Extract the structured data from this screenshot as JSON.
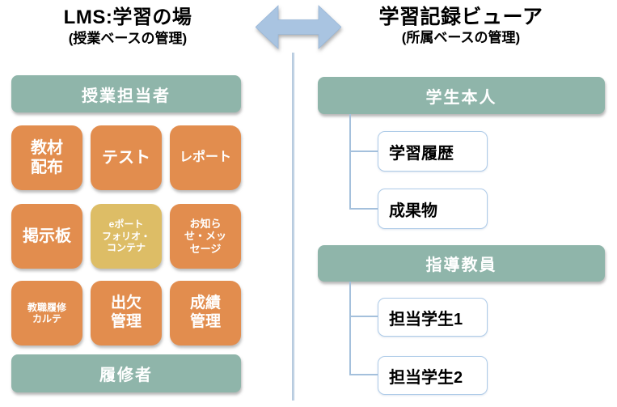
{
  "colors": {
    "sage_green": "#8FB5AA",
    "orange": "#E28D4E",
    "gold": "#DDBD66",
    "arrow_blue": "#A9C4E1",
    "tree_line_blue": "#A4C0DC",
    "item_border_blue": "#AECBE8",
    "text_on_color": "#FFFFFF",
    "text_dark": "#000000"
  },
  "left_panel": {
    "title": "LMS:学習の場",
    "subtitle": "(授業ベースの管理)",
    "header": "授業担当者",
    "footer": "履修者",
    "boxes": [
      {
        "label": "教材配布",
        "lines": [
          "教材",
          "配布"
        ]
      },
      {
        "label": "テスト",
        "lines": [
          "テスト"
        ]
      },
      {
        "label": "レポート",
        "lines": [
          "レポート"
        ]
      },
      {
        "label": "掲示板",
        "lines": [
          "掲示板"
        ]
      },
      {
        "label": "eポートフォリオ・コンテナ",
        "lines": [
          "eポート",
          "フォリオ・",
          "コンテナ"
        ]
      },
      {
        "label": "お知らせ・メッセージ",
        "lines": [
          "お知ら",
          "せ・メッ",
          "セージ"
        ]
      },
      {
        "label": "教職履修カルテ",
        "lines": [
          "教職履修",
          "カルテ"
        ]
      },
      {
        "label": "出欠管理",
        "lines": [
          "出欠",
          "管理"
        ]
      },
      {
        "label": "成績管理",
        "lines": [
          "成績",
          "管理"
        ]
      }
    ]
  },
  "center": {
    "arrow_icon": "left-right-arrow-icon"
  },
  "right_panel": {
    "title": "学習記録ビューア",
    "subtitle": "(所属ベースの管理)",
    "groups": [
      {
        "header": "学生本人",
        "items": [
          "学習履歴",
          "成果物"
        ]
      },
      {
        "header": "指導教員",
        "items": [
          "担当学生1",
          "担当学生2"
        ]
      }
    ]
  }
}
